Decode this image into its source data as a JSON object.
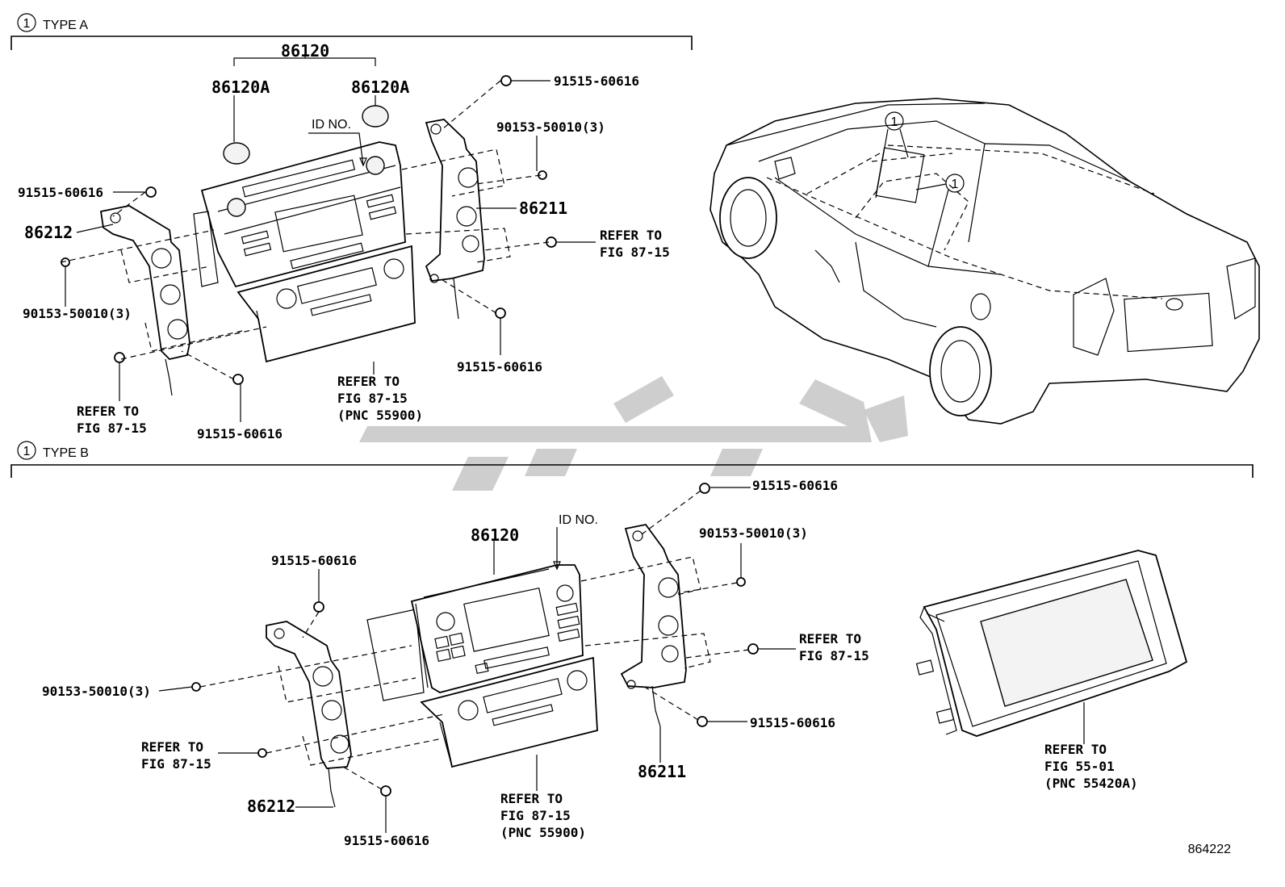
{
  "sections": {
    "type_a": {
      "marker": "1",
      "title": "TYPE A"
    },
    "type_b": {
      "marker": "1",
      "title": "TYPE B"
    }
  },
  "car_callouts": [
    "1",
    "1"
  ],
  "type_a_labels": {
    "assembly": "86120",
    "knob_left": "86120A",
    "knob_right": "86120A",
    "id_no": "ID NO.",
    "bolt_top_right": "91515-60616",
    "screw_right": "90153-50010(3)",
    "bracket_right": "86211",
    "refer_right_1": "REFER TO",
    "refer_right_2": "FIG 87-15",
    "bolt_left": "91515-60616",
    "bracket_left": "86212",
    "screw_left": "90153-50010(3)",
    "bolt_bottom_right": "91515-60616",
    "refer_center_1": "REFER TO",
    "refer_center_2": "FIG 87-15",
    "refer_center_3": "(PNC 55900)",
    "refer_left_1": "REFER TO",
    "refer_left_2": "FIG 87-15",
    "bolt_bottom_center": "91515-60616"
  },
  "type_b_labels": {
    "bolt_top_right": "91515-60616",
    "id_no": "ID NO.",
    "assembly": "86120",
    "screw_right": "90153-50010(3)",
    "bolt_top_left": "91515-60616",
    "refer_right_1": "REFER TO",
    "refer_right_2": "FIG 87-15",
    "screw_left": "90153-50010(3)",
    "bolt_bottom_right": "91515-60616",
    "refer_left_1": "REFER TO",
    "refer_left_2": "FIG 87-15",
    "bracket_right": "86211",
    "bracket_left": "86212",
    "refer_center_1": "REFER TO",
    "refer_center_2": "FIG 87-15",
    "refer_center_3": "(PNC 55900)",
    "bolt_bottom_center": "91515-60616",
    "refer_display_1": "REFER TO",
    "refer_display_2": "FIG 55-01",
    "refer_display_3": "(PNC 55420A)"
  },
  "figure_number": "864222",
  "colors": {
    "line": "#000000",
    "watermark": "#c6c6c6",
    "background": "#ffffff"
  }
}
